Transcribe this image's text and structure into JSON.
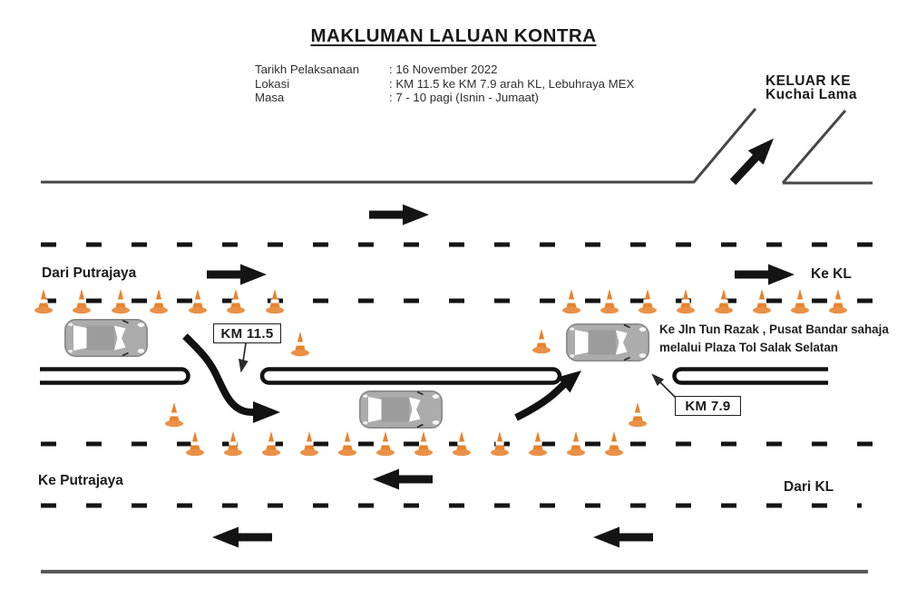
{
  "title": "MAKLUMAN LALUAN KONTRA",
  "info": {
    "rows": [
      {
        "label": "Tarikh Pelaksanaan",
        "value": ": 16 November 2022"
      },
      {
        "label": "Lokasi",
        "value": ": KM 11.5 ke KM 7.9 arah KL, Lebuhraya MEX"
      },
      {
        "label": "Masa",
        "value": ": 7 - 10 pagi (Isnin - Jumaat)"
      }
    ]
  },
  "labels": {
    "exit_line1": "KELUAR KE",
    "exit_line2": "Kuchai Lama",
    "from_putrajaya": "Dari Putrajaya",
    "to_kl": "Ke KL",
    "to_putrajaya": "Ke Putrajaya",
    "from_kl": "Dari KL",
    "km_start": "KM 11.5",
    "km_end": "KM 7.9",
    "note_line1": "Ke Jln Tun Razak , Pusat Bandar sahaja",
    "note_line2": "melalui Plaza Tol Salak Selatan"
  },
  "colors": {
    "cone_orange": "#E8832C",
    "cone_base_orange": "#EA9147",
    "car_gray": "#ACACAC",
    "line_black": "#141414",
    "road_edge_gray": "#474747",
    "text_black": "#1a1a1a"
  },
  "icons": {
    "cone": "traffic-cone-icon",
    "car": "car-top-view-icon",
    "straight_arrow": "direction-arrow-icon",
    "ramp_arrow": "exit-ramp-arrow-icon",
    "crossover": "contraflow-crossover-arrow-icon"
  }
}
